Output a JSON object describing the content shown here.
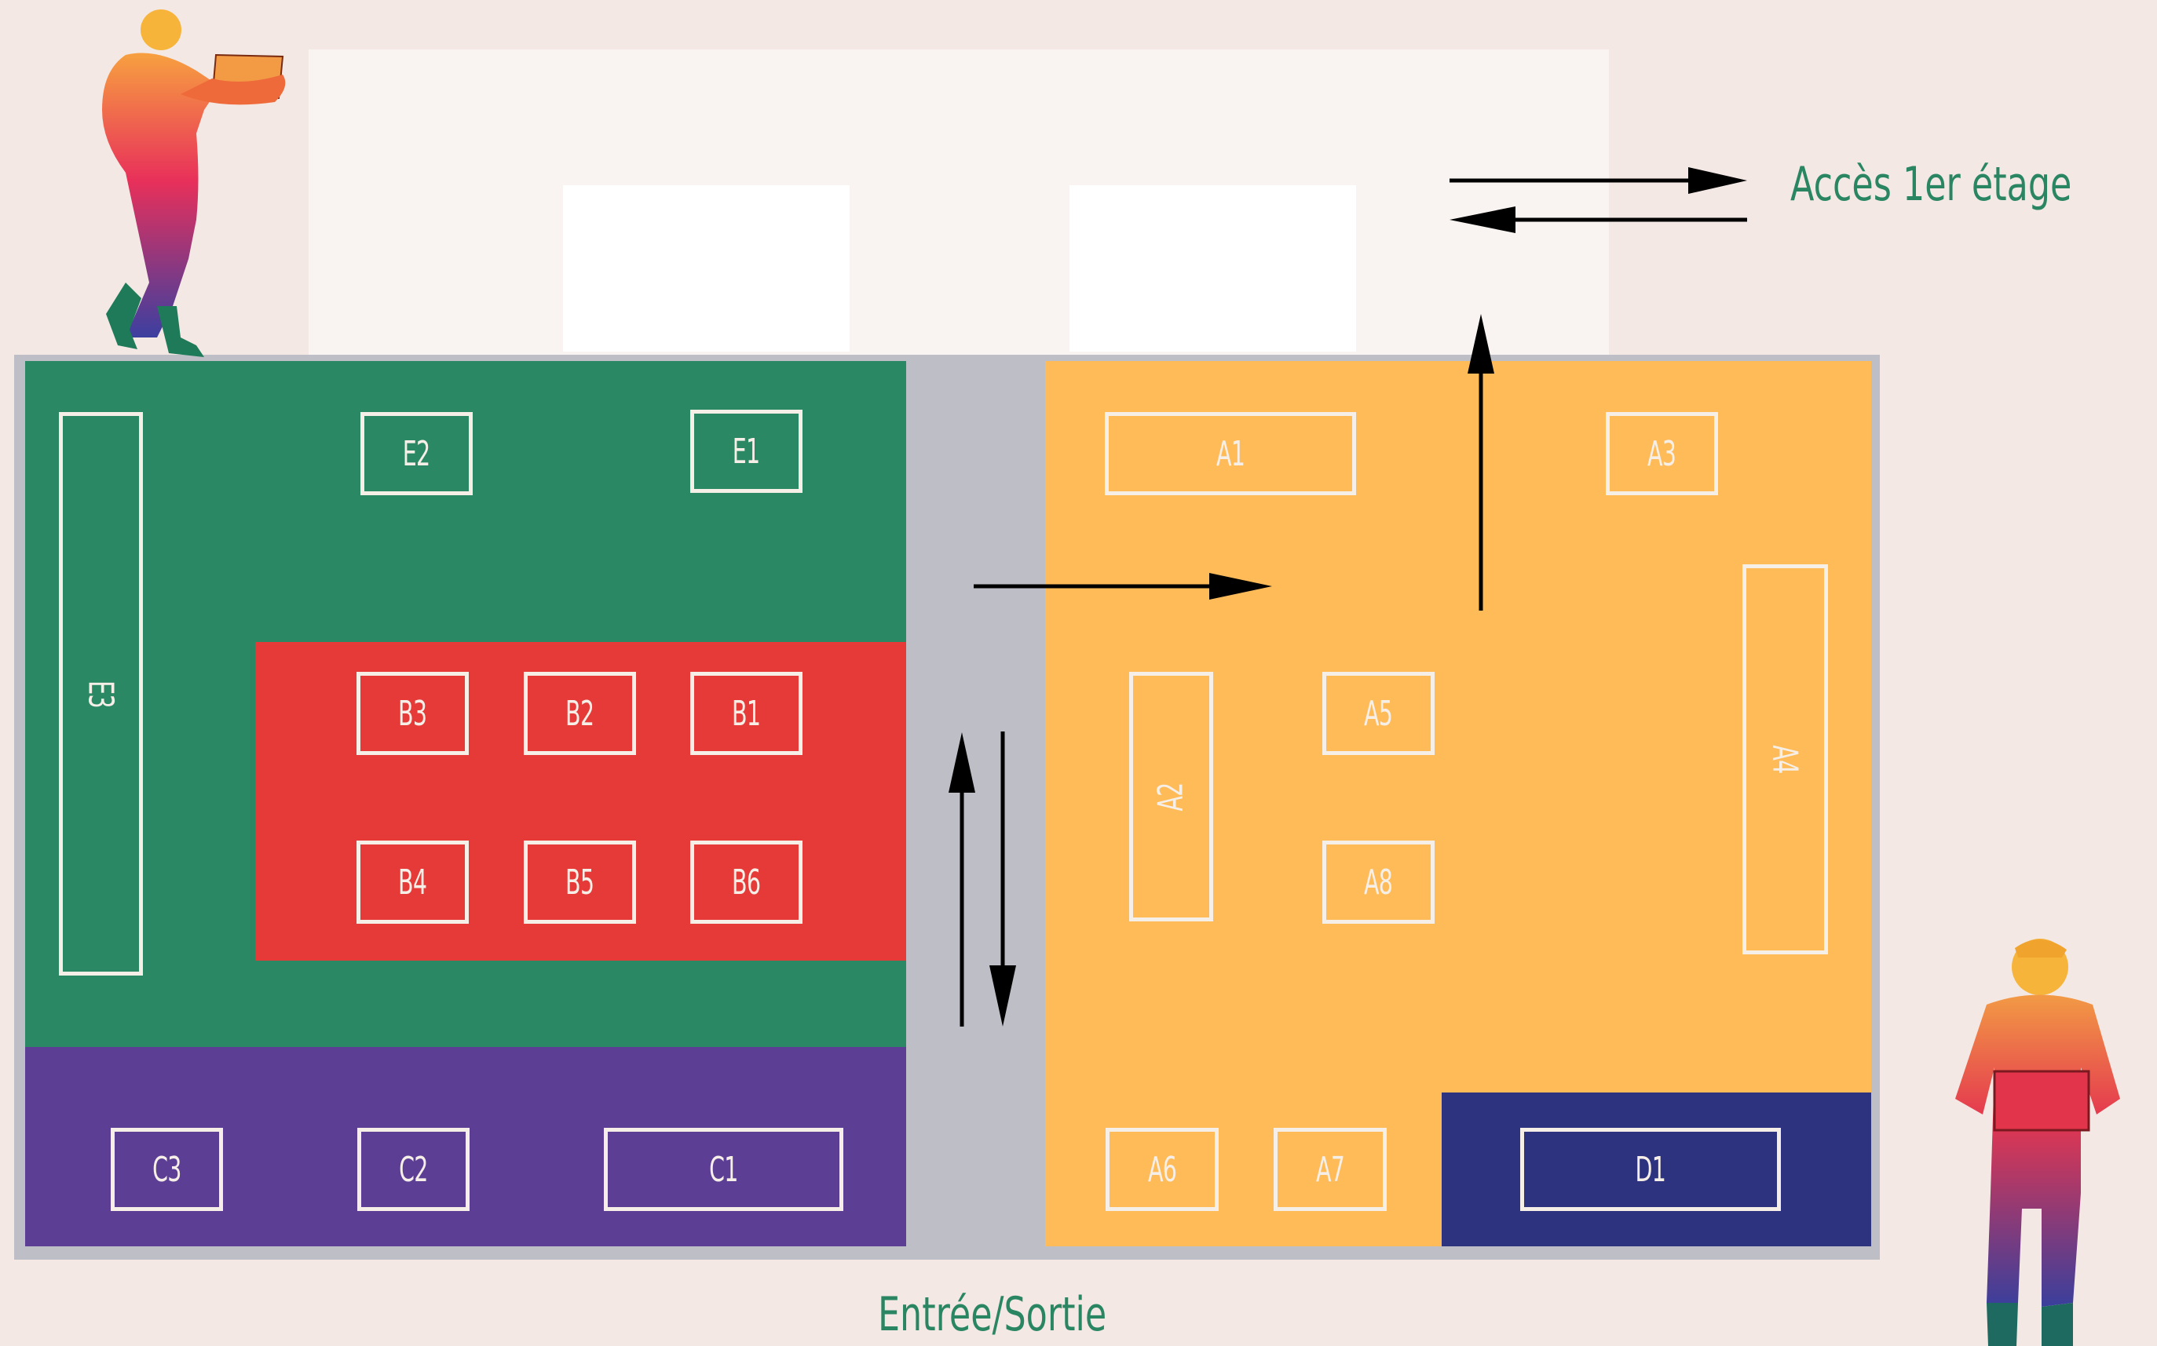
{
  "labels": {
    "upper_access": "Accès 1er étage",
    "entrance": "Entrée/Sortie"
  },
  "stands": {
    "E1": "E1",
    "E2": "E2",
    "E3": "E3",
    "B1": "B1",
    "B2": "B2",
    "B3": "B3",
    "B4": "B4",
    "B5": "B5",
    "B6": "B6",
    "C1": "C1",
    "C2": "C2",
    "C3": "C3",
    "A1": "A1",
    "A2": "A2",
    "A3": "A3",
    "A4": "A4",
    "A5": "A5",
    "A6": "A6",
    "A7": "A7",
    "A8": "A8",
    "D1": "D1"
  },
  "colors": {
    "zone_E": "#2b8864",
    "zone_B": "#e53a38",
    "zone_C": "#5d3e95",
    "zone_A": "#febb58",
    "zone_D": "#2e3380",
    "aisle": "#bdbec6",
    "label": "#2a8662"
  },
  "icons": [
    "woman-with-laptop-illustration",
    "man-carrying-crate-illustration"
  ]
}
